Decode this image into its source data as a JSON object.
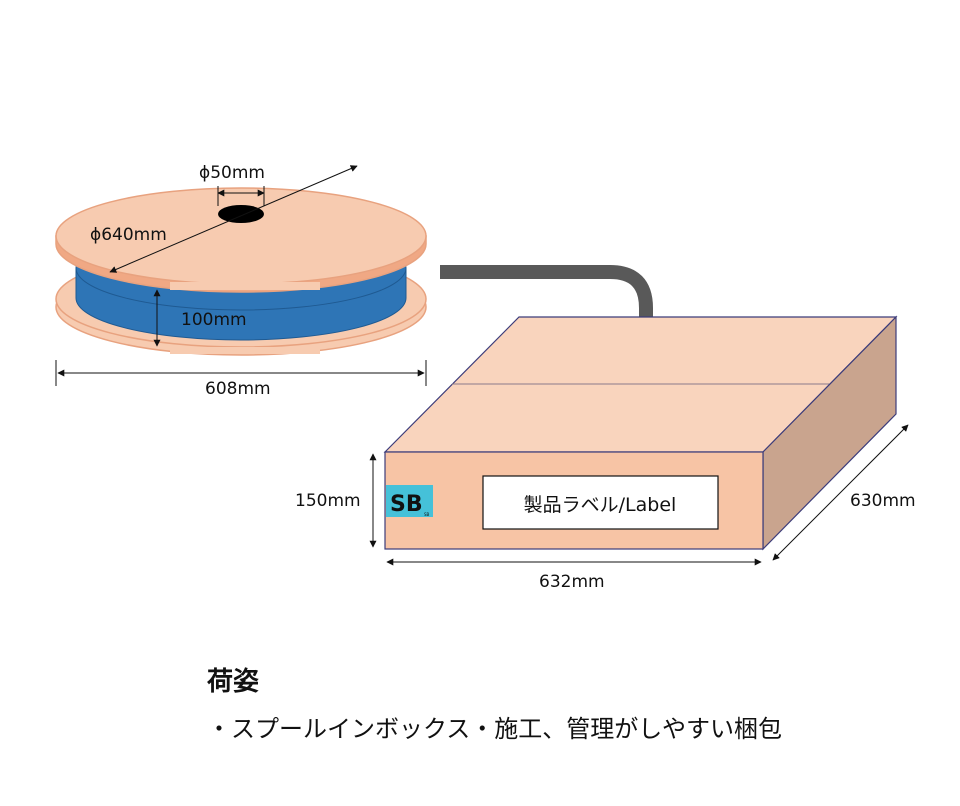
{
  "colors": {
    "flange": "#f7cbb0",
    "flange_edge": "#e8a27f",
    "cable": "#2e75b6",
    "cable_edge": "#1f5a92",
    "box_top": "#f9d4bd",
    "box_front": "#f7c4a5",
    "box_side": "#c9a48e",
    "box_outline": "#3c3c7a",
    "arrow": "#595959",
    "sb_badge": "#45c1d9",
    "dimension_line": "#111111"
  },
  "spool": {
    "hole_diameter_label": "ϕ50mm",
    "flange_diameter_label": "ϕ640mm",
    "width_label": "100mm",
    "overall_width_label": "608mm"
  },
  "box": {
    "height_label": "150mm",
    "depth_label": "630mm",
    "width_label": "632mm",
    "badge_text": "SB",
    "badge_small": "SB",
    "product_label": "製品ラベル/Label"
  },
  "caption": {
    "title": "荷姿",
    "line": "・スプールインボックス・施工、管理がしやすい梱包"
  }
}
